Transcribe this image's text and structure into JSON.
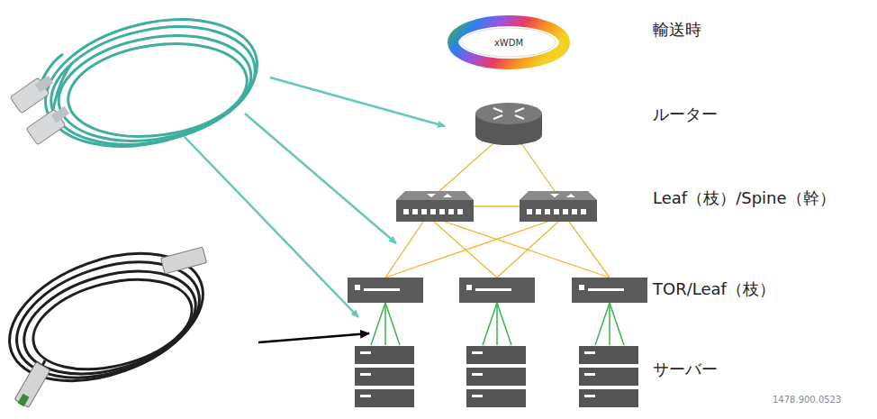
{
  "diagram": {
    "nodes": [
      {
        "text": [
          "xWDM"
        ]
      }
    ],
    "labels": [
      "輸送時",
      "ルーター",
      "Leaf（枝）/Spine（幹）",
      "TOR/Leaf（枝）",
      "サーバー",
      "1478.900.0523"
    ]
  }
}
